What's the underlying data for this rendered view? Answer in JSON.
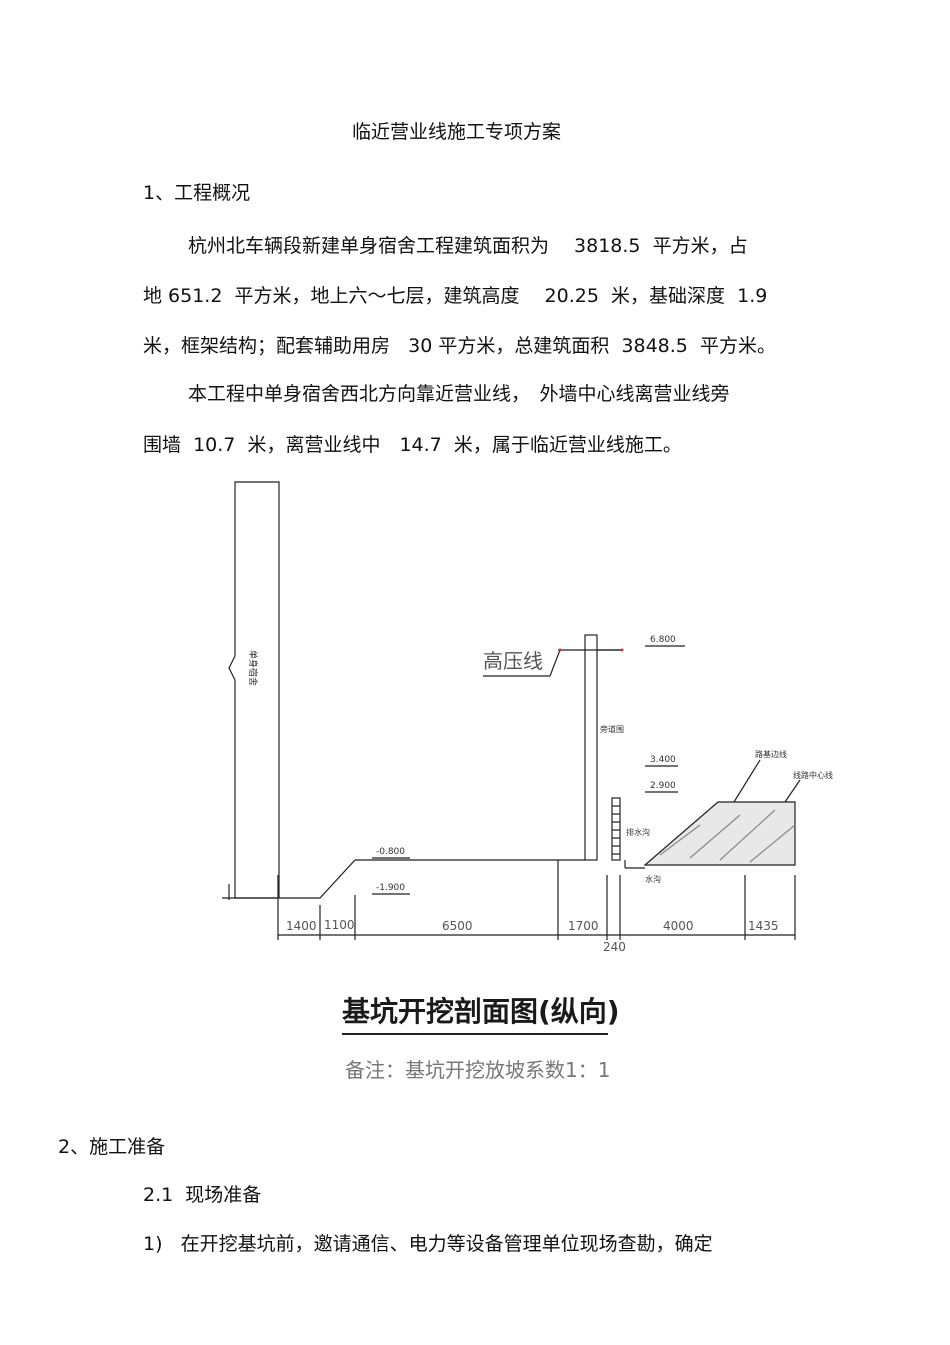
{
  "document": {
    "title": "临近营业线施工专项方案",
    "section1_heading": "1、工程概况",
    "para1_line1": "杭州北车辆段新建单身宿舍工程建筑面积为　 3818.5  平方米，占",
    "para1_line2": "地 651.2  平方米，地上六～七层，建筑高度　 20.25  米，基础深度  1.9",
    "para1_line3": "米，框架结构；配套辅助用房   30 平方米，总建筑面积  3848.5  平方米。",
    "para2_line1": "本工程中单身宿舍西北方向靠近营业线，　外墙中心线离营业线旁",
    "para2_line2": "围墙  10.7  米，离营业线中　14.7  米，属于临近营业线施工。",
    "section2_heading": "2、施工准备",
    "subsection21": "2.1  现场准备",
    "item1": "1)   在开挖基坑前，邀请通信、电力等设备管理单位现场查勘，确定"
  },
  "drawing": {
    "building_label": "单身宿舍",
    "hv_line_label": "高压线",
    "elev_6800": "6.800",
    "elev_3400": "3.400",
    "elev_2900": "2.900",
    "elev_m0800": "-0.800",
    "elev_m1900": "-1.900",
    "tag_fence": "旁道围",
    "tag_drain": "排水沟",
    "tag_ditch": "水沟",
    "tag_ground": "路基边线",
    "tag_rail": "线路中心线",
    "dim_1400": "1400",
    "dim_1100": "1100",
    "dim_6500": "6500",
    "dim_1700": "1700",
    "dim_4000": "4000",
    "dim_1435": "1435",
    "dim_240": "240",
    "caption": "基坑开挖剖面图(纵向)",
    "note": "备注：基坑开挖放坡系数1：1"
  }
}
